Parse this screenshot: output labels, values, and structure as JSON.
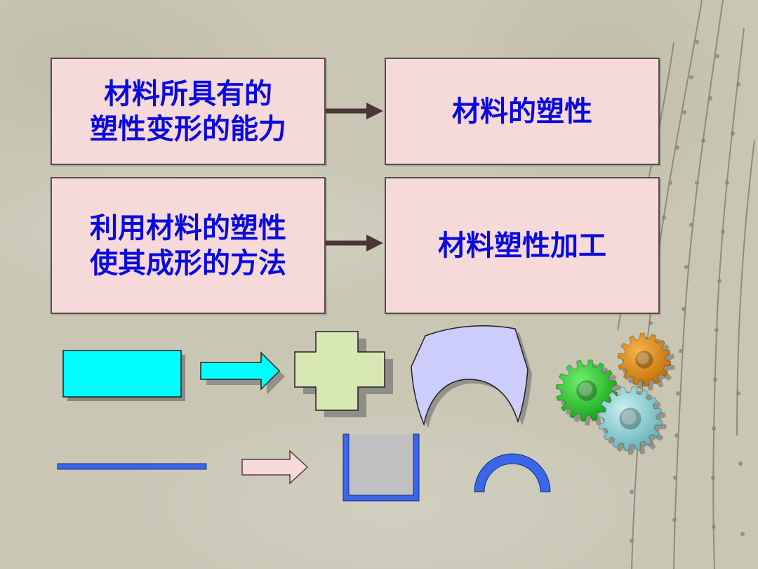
{
  "rows": [
    {
      "left_lines": [
        "材料所具有的",
        "塑性变形的能力"
      ],
      "right_text": "材料的塑性"
    },
    {
      "left_lines": [
        "利用材料的塑性",
        "使其成形的方法"
      ],
      "right_text": "材料塑性加工"
    }
  ],
  "colors": {
    "box_fill": "#f6dada",
    "box_text": "#0a0adf",
    "connector_arrow": "#4a3636",
    "cyan_shape": "#00ffff",
    "cross_shape": "#d8e8b4",
    "curved_shape": "#cccdfa",
    "bar_shape": "#3a66e8",
    "cup_shape": "#c0c0c0",
    "gear_orange": "#e68a10",
    "gear_green": "#22d022",
    "gear_teal": "#8fd4d8"
  },
  "icons": [
    "gears-icon",
    "branch-decoration"
  ]
}
